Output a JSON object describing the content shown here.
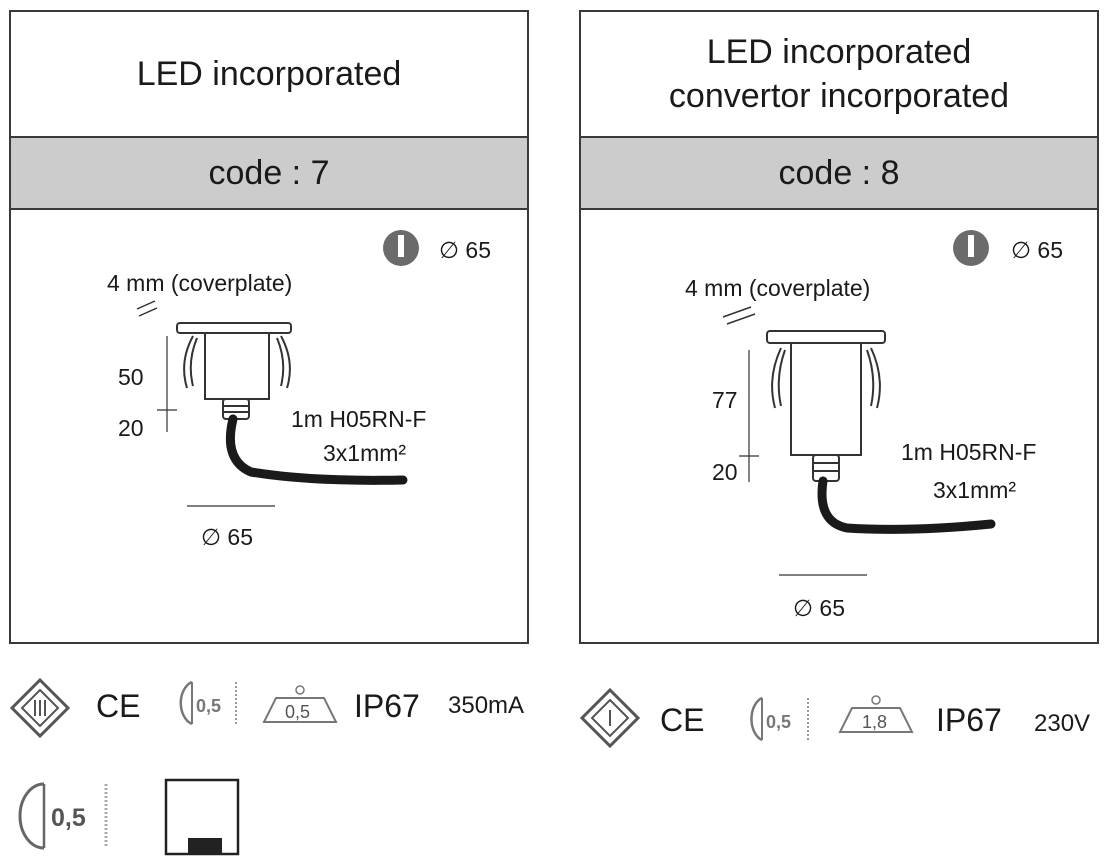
{
  "products": [
    {
      "title_lines": [
        "LED incorporated"
      ],
      "code": "code : 7",
      "cutout_diameter": "∅ 65",
      "coverplate": "4 mm (coverplate)",
      "dim_body": "50",
      "dim_gland": "20",
      "cable_line1": "1m H05RN-F",
      "cable_line2": "3x1mm²",
      "width_diameter": "∅ 65",
      "markings": {
        "ce": "CE",
        "distance": "0,5",
        "load": "0,5",
        "ip": "IP67",
        "rating": "350mA"
      }
    },
    {
      "title_lines": [
        "LED incorporated",
        "convertor incorporated"
      ],
      "code": "code : 8",
      "cutout_diameter": "∅ 65",
      "coverplate": "4 mm (coverplate)",
      "dim_body": "77",
      "dim_gland": "20",
      "cable_line1": "1m H05RN-F",
      "cable_line2": "3x1mm²",
      "width_diameter": "∅ 65",
      "markings": {
        "ce": "CE",
        "distance": "0,5",
        "load": "1,8",
        "ip": "IP67",
        "rating": "230V"
      }
    }
  ],
  "footer": {
    "distance_value": "0,5"
  },
  "icons": {
    "class_iii": "class-iii-insulation-icon",
    "class_i": "class-i-insulation-icon",
    "cutout": "cutout-diameter-icon",
    "distance": "min-distance-icon",
    "load": "load-rating-icon",
    "install": "installation-box-icon"
  }
}
